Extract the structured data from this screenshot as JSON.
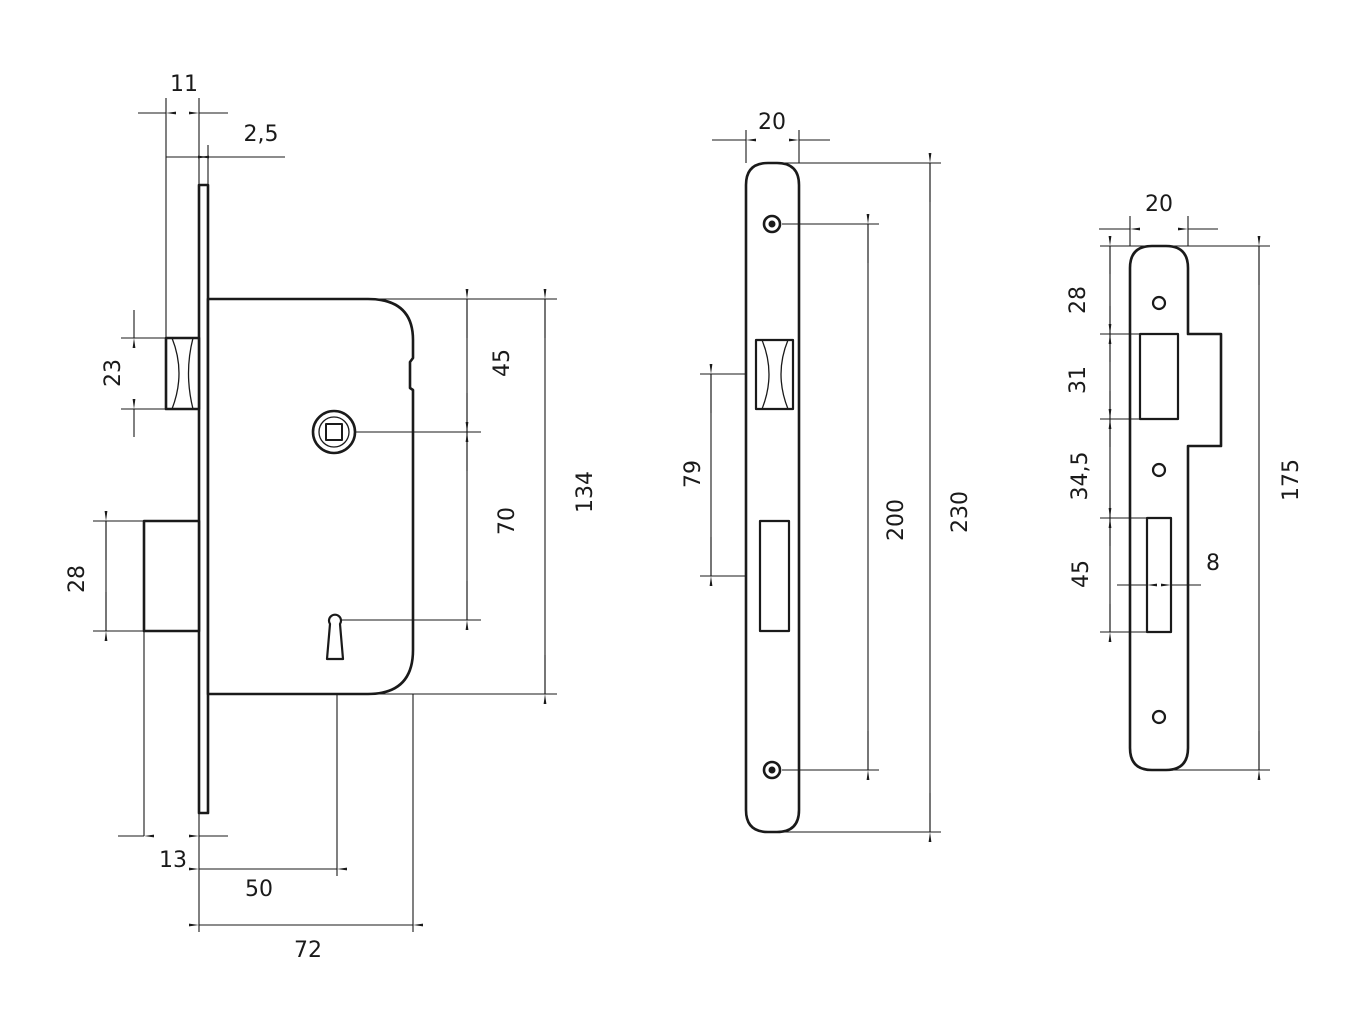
{
  "colors": {
    "line": "#1a1a1a",
    "background": "#ffffff"
  },
  "lock_body_dims": {
    "w_11": "11",
    "w_2_5": "2,5",
    "h_23": "23",
    "h_45": "45",
    "h_134": "134",
    "h_70": "70",
    "h_28": "28",
    "w_13": "13",
    "w_50": "50",
    "w_72": "72"
  },
  "faceplate_dims": {
    "w_20": "20",
    "h_79": "79",
    "h_200": "200",
    "h_230": "230"
  },
  "strike_plate_dims": {
    "w_20": "20",
    "h_28": "28",
    "h_31": "31",
    "h_34_5": "34,5",
    "h_45": "45",
    "w_8": "8",
    "h_175": "175"
  }
}
